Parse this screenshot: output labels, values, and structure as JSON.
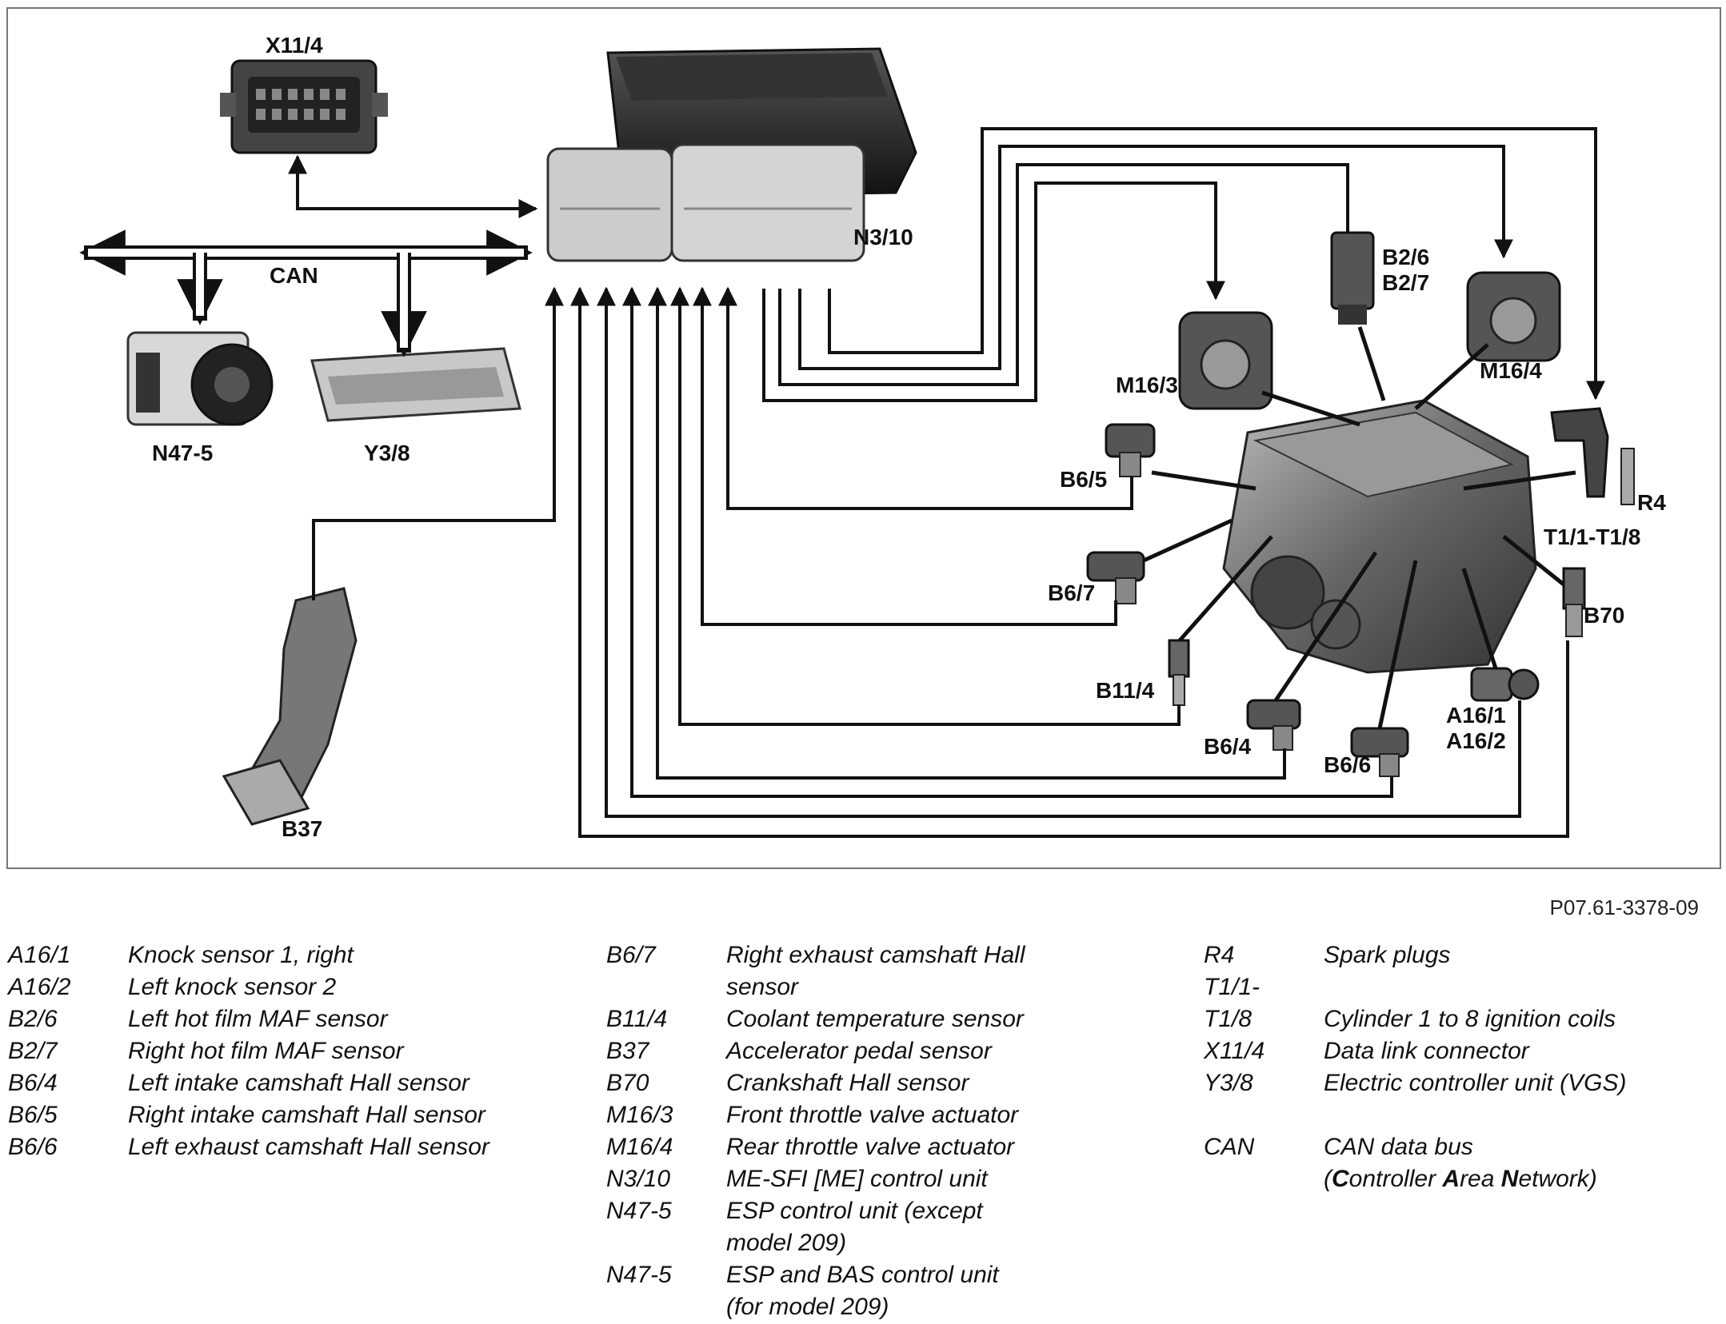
{
  "diagram": {
    "labels": {
      "x11_4": "X11/4",
      "n3_10": "N3/10",
      "can": "CAN",
      "n47_5": "N47-5",
      "y3_8": "Y3/8",
      "b37": "B37",
      "b2_6": "B2/6",
      "b2_7": "B2/7",
      "m16_3": "M16/3",
      "m16_4": "M16/4",
      "b6_5": "B6/5",
      "b6_7": "B6/7",
      "b11_4": "B11/4",
      "b6_4": "B6/4",
      "b6_6": "B6/6",
      "a16_1": "A16/1",
      "a16_2": "A16/2",
      "b70": "B70",
      "r4": "R4",
      "t1": "T1/1-T1/8"
    }
  },
  "reference_code": "P07.61-3378-09",
  "legend": {
    "col1": [
      {
        "code": "A16/1",
        "desc": "Knock sensor 1, right"
      },
      {
        "code": "A16/2",
        "desc": "Left knock sensor 2"
      },
      {
        "code": "B2/6",
        "desc": "Left hot film MAF sensor"
      },
      {
        "code": "B2/7",
        "desc": "Right hot film MAF sensor"
      },
      {
        "code": "B6/4",
        "desc": "Left intake camshaft Hall sensor"
      },
      {
        "code": "B6/5",
        "desc": "Right intake camshaft Hall sensor"
      },
      {
        "code": "B6/6",
        "desc": "Left exhaust camshaft Hall sensor"
      }
    ],
    "col2": [
      {
        "code": "B6/7",
        "desc": "Right exhaust camshaft Hall",
        "desc2": "sensor"
      },
      {
        "code": "B11/4",
        "desc": "Coolant temperature sensor"
      },
      {
        "code": "B37",
        "desc": "Accelerator pedal sensor"
      },
      {
        "code": "B70",
        "desc": "Crankshaft Hall sensor"
      },
      {
        "code": "M16/3",
        "desc": "Front throttle valve actuator"
      },
      {
        "code": "M16/4",
        "desc": "Rear throttle valve actuator"
      },
      {
        "code": "N3/10",
        "desc": "ME-SFI [ME] control unit"
      },
      {
        "code": "N47-5",
        "desc": "ESP control unit (except",
        "desc2": "model 209)"
      },
      {
        "code": "N47-5",
        "desc": "ESP and BAS control unit",
        "desc2": "(for model 209)"
      }
    ],
    "col3": [
      {
        "code": "R4",
        "desc": "Spark plugs"
      },
      {
        "code": "T1/1-",
        "desc": ""
      },
      {
        "code": "T1/8",
        "desc": "Cylinder 1 to 8 ignition coils"
      },
      {
        "code": "X11/4",
        "desc": "Data link connector"
      },
      {
        "code": "Y3/8",
        "desc": "Electric controller unit (VGS)"
      }
    ],
    "can": {
      "code": "CAN",
      "desc": "CAN data bus",
      "desc2_parts": [
        "(",
        "C",
        "ontroller ",
        "A",
        "rea ",
        "N",
        "etwork)"
      ]
    }
  }
}
